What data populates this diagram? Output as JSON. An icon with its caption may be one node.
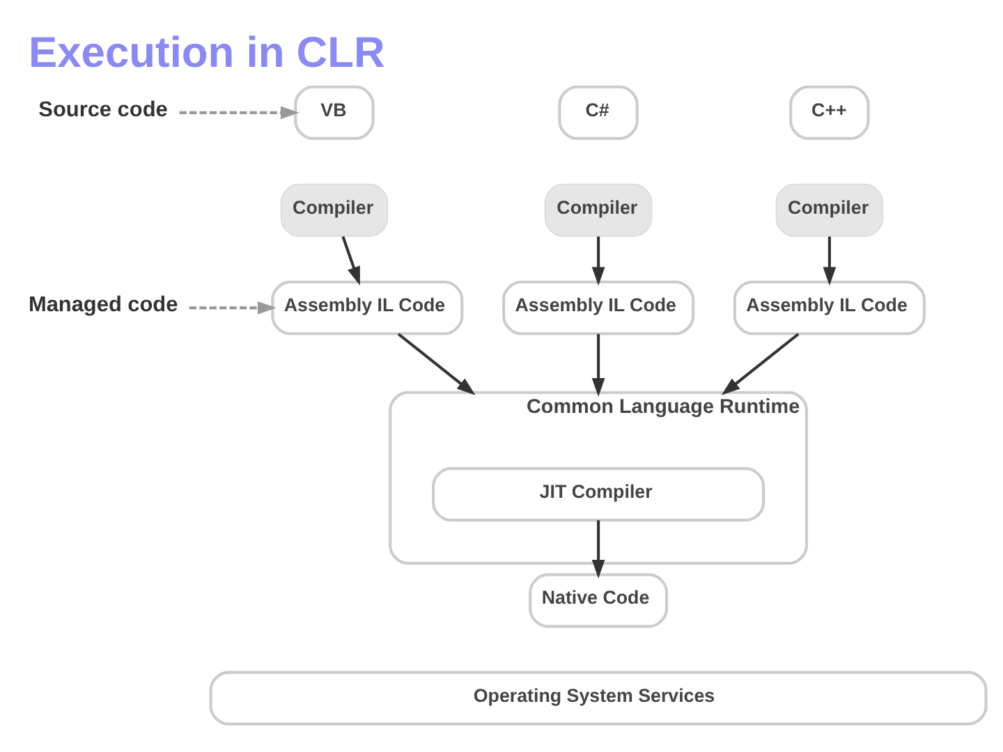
{
  "diagram": {
    "title": "Execution in CLR",
    "nodes": [
      {
        "text": [
          "Source code"
        ]
      },
      {
        "text": [
          "VB"
        ]
      },
      {
        "text": [
          "C#"
        ]
      },
      {
        "text": [
          "C++"
        ]
      },
      {
        "text": [
          "Compiler"
        ]
      },
      {
        "text": [
          "Compiler"
        ]
      },
      {
        "text": [
          "Compiler"
        ]
      },
      {
        "text": [
          "Managed code"
        ]
      },
      {
        "text": [
          "Assembly IL Code"
        ]
      },
      {
        "text": [
          "Assembly IL Code"
        ]
      },
      {
        "text": [
          "Assembly IL Code"
        ]
      },
      {
        "text": [
          "Common Language Runtime"
        ]
      },
      {
        "text": [
          "JIT Compiler"
        ],
        "in": 11
      },
      {
        "text": [
          "Native Code"
        ]
      },
      {
        "text": [
          "Operating System Services"
        ]
      }
    ],
    "edges": [
      {
        "from": 0,
        "to": 1,
        "arrow": "to",
        "style": "dashed",
        "color": "#999999"
      },
      {
        "from": 4,
        "to": 8,
        "arrow": "to"
      },
      {
        "from": 5,
        "to": 9,
        "arrow": "to"
      },
      {
        "from": 6,
        "to": 10,
        "arrow": "to"
      },
      {
        "from": 7,
        "to": 8,
        "arrow": "to",
        "style": "dashed",
        "color": "#999999"
      },
      {
        "from": 8,
        "to": 11,
        "arrow": "to"
      },
      {
        "from": 9,
        "to": 11,
        "arrow": "to"
      },
      {
        "from": 10,
        "to": 11,
        "arrow": "to"
      },
      {
        "from": 12,
        "to": 13,
        "arrow": "to"
      }
    ]
  }
}
